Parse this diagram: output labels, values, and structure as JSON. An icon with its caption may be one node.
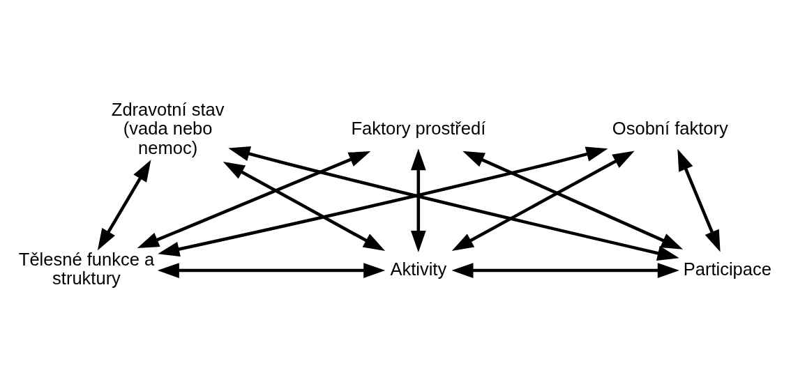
{
  "diagram": {
    "nodes": [
      {
        "text": [
          "Zdravotní stav (vada nebo nemoc)"
        ]
      },
      {
        "text": [
          "Tělesné funkce a struktury"
        ]
      },
      {
        "text": [
          "Aktivity"
        ]
      },
      {
        "text": [
          "Participace"
        ]
      },
      {
        "text": [
          "Faktory prostředí"
        ]
      },
      {
        "text": [
          "Osobní faktory"
        ]
      }
    ],
    "edges": [
      {
        "from": 0,
        "to": 1,
        "arrow": "both"
      },
      {
        "from": 0,
        "to": 2,
        "arrow": "both"
      },
      {
        "from": 0,
        "to": 3,
        "arrow": "both"
      },
      {
        "from": 1,
        "to": 2,
        "arrow": "both"
      },
      {
        "from": 2,
        "to": 3,
        "arrow": "both"
      },
      {
        "from": 4,
        "to": 1,
        "arrow": "both"
      },
      {
        "from": 4,
        "to": 2,
        "arrow": "both"
      },
      {
        "from": 4,
        "to": 3,
        "arrow": "both"
      },
      {
        "from": 5,
        "to": 1,
        "arrow": "both"
      },
      {
        "from": 5,
        "to": 2,
        "arrow": "both"
      },
      {
        "from": 5,
        "to": 3,
        "arrow": "both"
      }
    ]
  }
}
